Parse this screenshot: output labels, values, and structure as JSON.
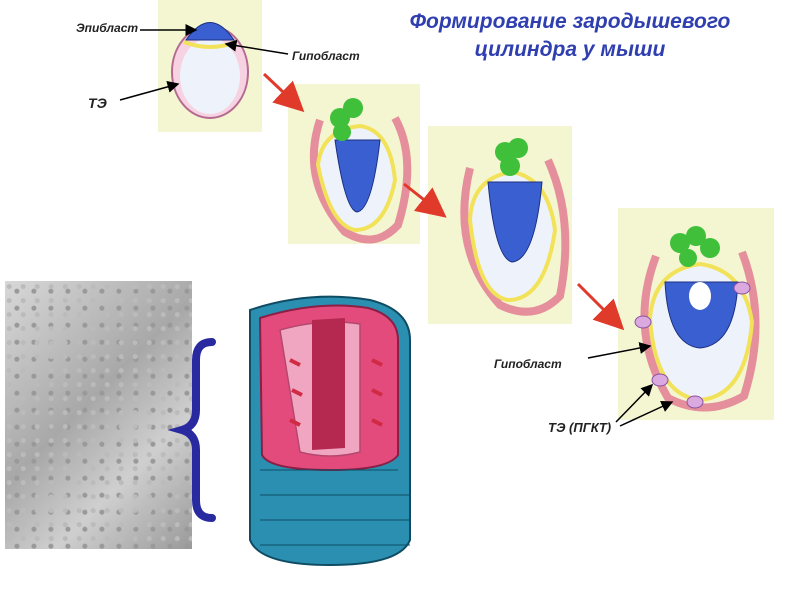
{
  "title_line1": "Формирование зародышевого",
  "title_line2": "цилиндра у мыши",
  "labels": {
    "epiblast": "Эпибласт",
    "hypoblast_top": "Гипобласт",
    "te": "ТЭ",
    "hypoblast_right": "Гипобласт",
    "te_pgkt": "ТЭ (ПГКТ)"
  },
  "colors": {
    "title": "#2f3fb0",
    "panel_bg": "#f4f6d2",
    "epiblast_blue": "#3a5fd0",
    "ectoplacental_green": "#3fbf3a",
    "hypoblast_yellow": "#f2e25a",
    "trophectoderm_pink": "#e8a9c8",
    "arrow_red": "#e03a2a",
    "brace_blue": "#2a2aa0",
    "cylinder_teal": "#2a8fb0",
    "cylinder_inner_red": "#d02a45"
  }
}
